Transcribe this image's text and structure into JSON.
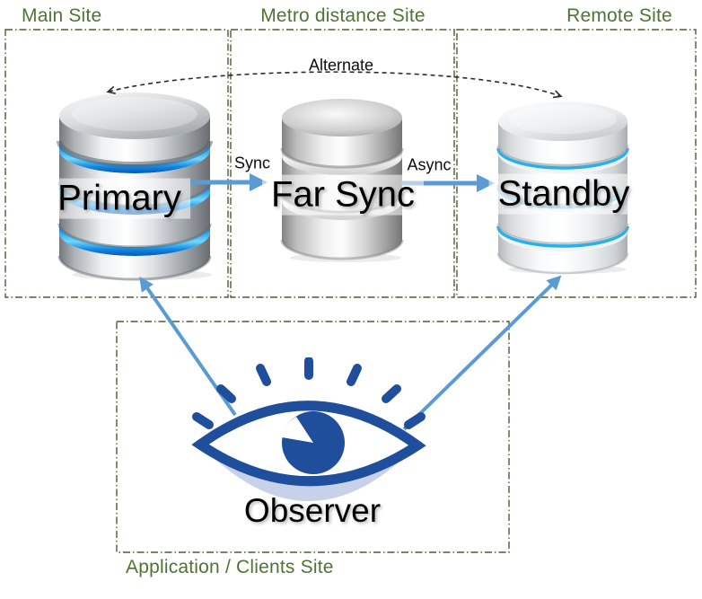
{
  "sites": {
    "main": {
      "label": "Main Site"
    },
    "metro": {
      "label": "Metro distance Site"
    },
    "remote": {
      "label": "Remote Site"
    },
    "application": {
      "label": "Application / Clients Site"
    }
  },
  "nodes": {
    "primary": {
      "label": "Primary",
      "icon": "database-cylinder-icon",
      "site": "main"
    },
    "far_sync": {
      "label": "Far Sync",
      "icon": "database-cylinder-icon",
      "site": "metro"
    },
    "standby": {
      "label": "Standby",
      "icon": "database-cylinder-icon",
      "site": "remote"
    },
    "observer": {
      "label": "Observer",
      "icon": "eye-icon",
      "site": "application"
    }
  },
  "links": {
    "sync": {
      "label": "Sync",
      "from": "primary",
      "to": "far_sync",
      "style": "solid-arrow"
    },
    "async": {
      "label": "Async",
      "from": "far_sync",
      "to": "standby",
      "style": "solid-arrow"
    },
    "alternate": {
      "label": "Alternate",
      "from": "primary",
      "to": "standby",
      "style": "dashed-curve"
    },
    "observer_primary": {
      "label": "",
      "from": "observer",
      "to": "primary",
      "style": "solid-arrow"
    },
    "observer_standby": {
      "label": "",
      "from": "observer",
      "to": "standby",
      "style": "solid-arrow"
    }
  },
  "colors": {
    "background": "#ffffff",
    "site_label": "#4e7433",
    "site_border": "#4b5c31",
    "arrow_blue": "#5b9bd5",
    "eye_blue": "#1f4e9c",
    "eye_shadow": "#c7d1e9",
    "ring_blue": "#1e9ff2",
    "label_text": "#000000",
    "alt_line": "#2b2b2b"
  }
}
